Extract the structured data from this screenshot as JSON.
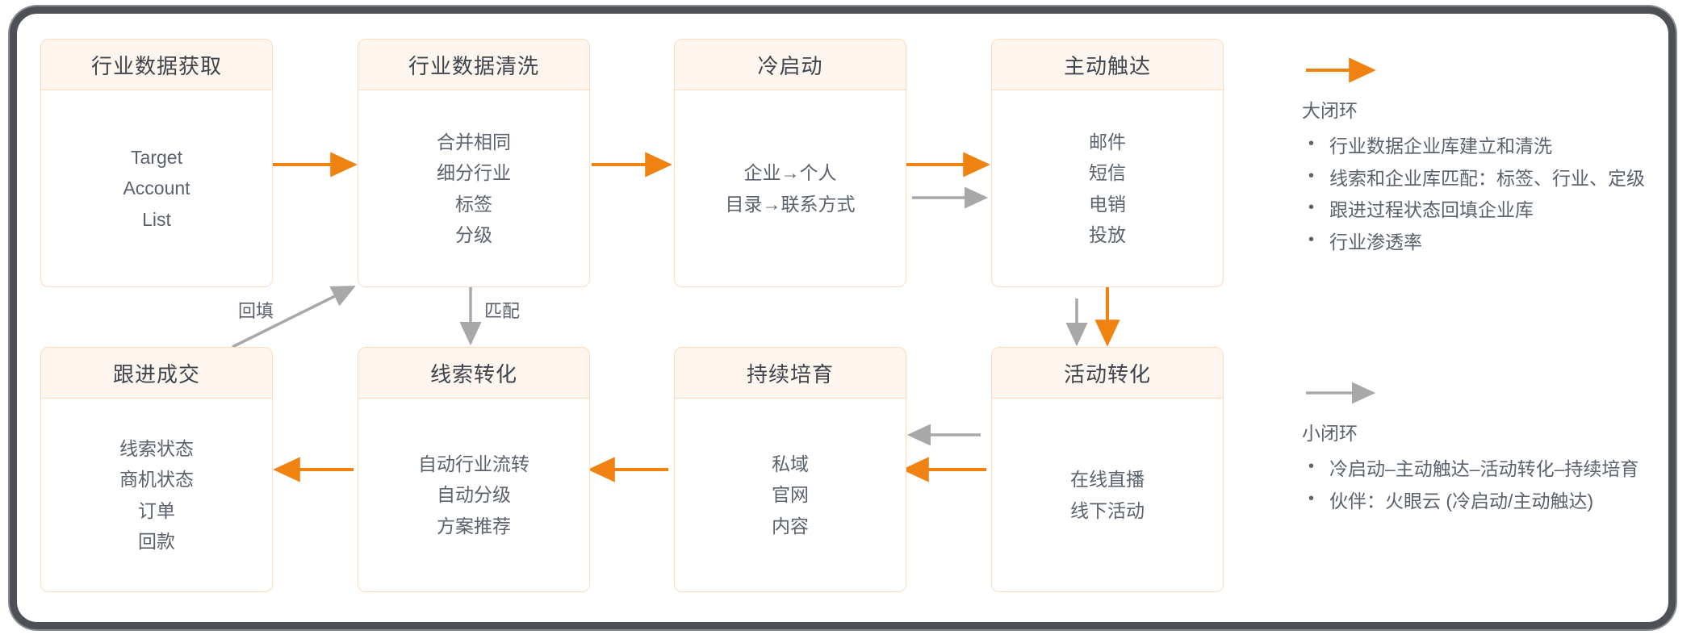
{
  "colors": {
    "orange": "#ef8211",
    "gray": "#a8a8a8",
    "card_border": "#fbdcbe",
    "card_head_bg": "#fdf5ee",
    "text": "#5b626c",
    "frame": "#4d5055"
  },
  "nodes": [
    {
      "id": "industry-data-acquisition",
      "title": "行业数据获取",
      "lines": [
        "Target",
        "Account",
        "List"
      ]
    },
    {
      "id": "industry-data-cleaning",
      "title": "行业数据清洗",
      "lines": [
        "合并相同",
        "细分行业",
        "标签",
        "分级"
      ]
    },
    {
      "id": "cold-start",
      "title": "冷启动",
      "lines": [
        "企业→个人",
        "目录→联系方式"
      ]
    },
    {
      "id": "active-reach",
      "title": "主动触达",
      "lines": [
        "邮件",
        "短信",
        "电销",
        "投放"
      ]
    },
    {
      "id": "follow-up-deal",
      "title": "跟进成交",
      "lines": [
        "线索状态",
        "商机状态",
        "订单",
        "回款"
      ]
    },
    {
      "id": "lead-conversion",
      "title": "线索转化",
      "lines": [
        "自动行业流转",
        "自动分级",
        "方案推荐"
      ]
    },
    {
      "id": "continuous-nurturing",
      "title": "持续培育",
      "lines": [
        "私域",
        "官网",
        "内容"
      ]
    },
    {
      "id": "event-conversion",
      "title": "活动转化",
      "lines": [
        "在线直播",
        "线下活动"
      ]
    }
  ],
  "edge_labels": [
    {
      "id": "backfill",
      "text": "回填"
    },
    {
      "id": "match",
      "text": "匹配"
    }
  ],
  "legend": [
    {
      "id": "big-loop",
      "arrow": "orange",
      "title": "大闭环",
      "items": [
        "行业数据企业库建立和清洗",
        "线索和企业库匹配：标签、行业、定级",
        "跟进过程状态回填企业库",
        "行业渗透率"
      ]
    },
    {
      "id": "small-loop",
      "arrow": "gray",
      "title": "小闭环",
      "items": [
        "冷启动–主动触达–活动转化–持续培育",
        "伙伴：火眼云 (冷启动/主动触达)"
      ]
    }
  ]
}
